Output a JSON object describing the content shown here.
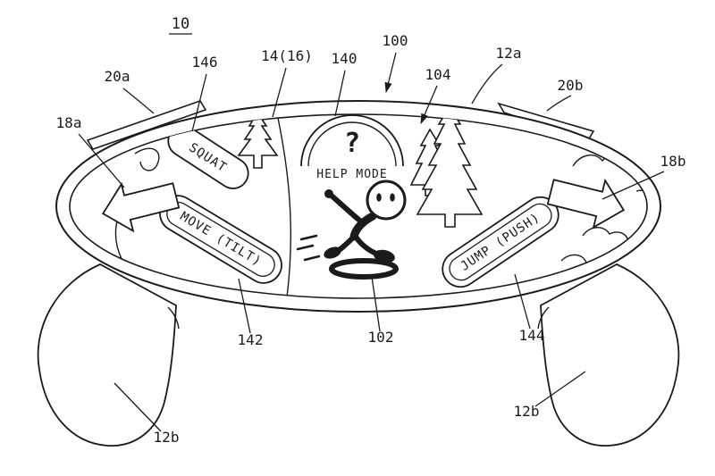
{
  "figure": {
    "title": "10",
    "help": {
      "question_mark": "?",
      "mode_label": "HELP MODE"
    },
    "buttons": {
      "squat": "SQUAT",
      "move_tilt": "MOVE (TILT)",
      "jump_push": "JUMP (PUSH)"
    },
    "ref_labels": {
      "r20a": "20a",
      "r146": "146",
      "r14_16": "14(16)",
      "r140": "140",
      "r100": "100",
      "r104": "104",
      "r12a": "12a",
      "r20b": "20b",
      "r18a": "18a",
      "r18b": "18b",
      "r142": "142",
      "r102": "102",
      "r144": "144",
      "r12b_left": "12b",
      "r12b_right": "12b"
    },
    "colors": {
      "ink": "#1b1b1b",
      "background": "#ffffff"
    }
  }
}
